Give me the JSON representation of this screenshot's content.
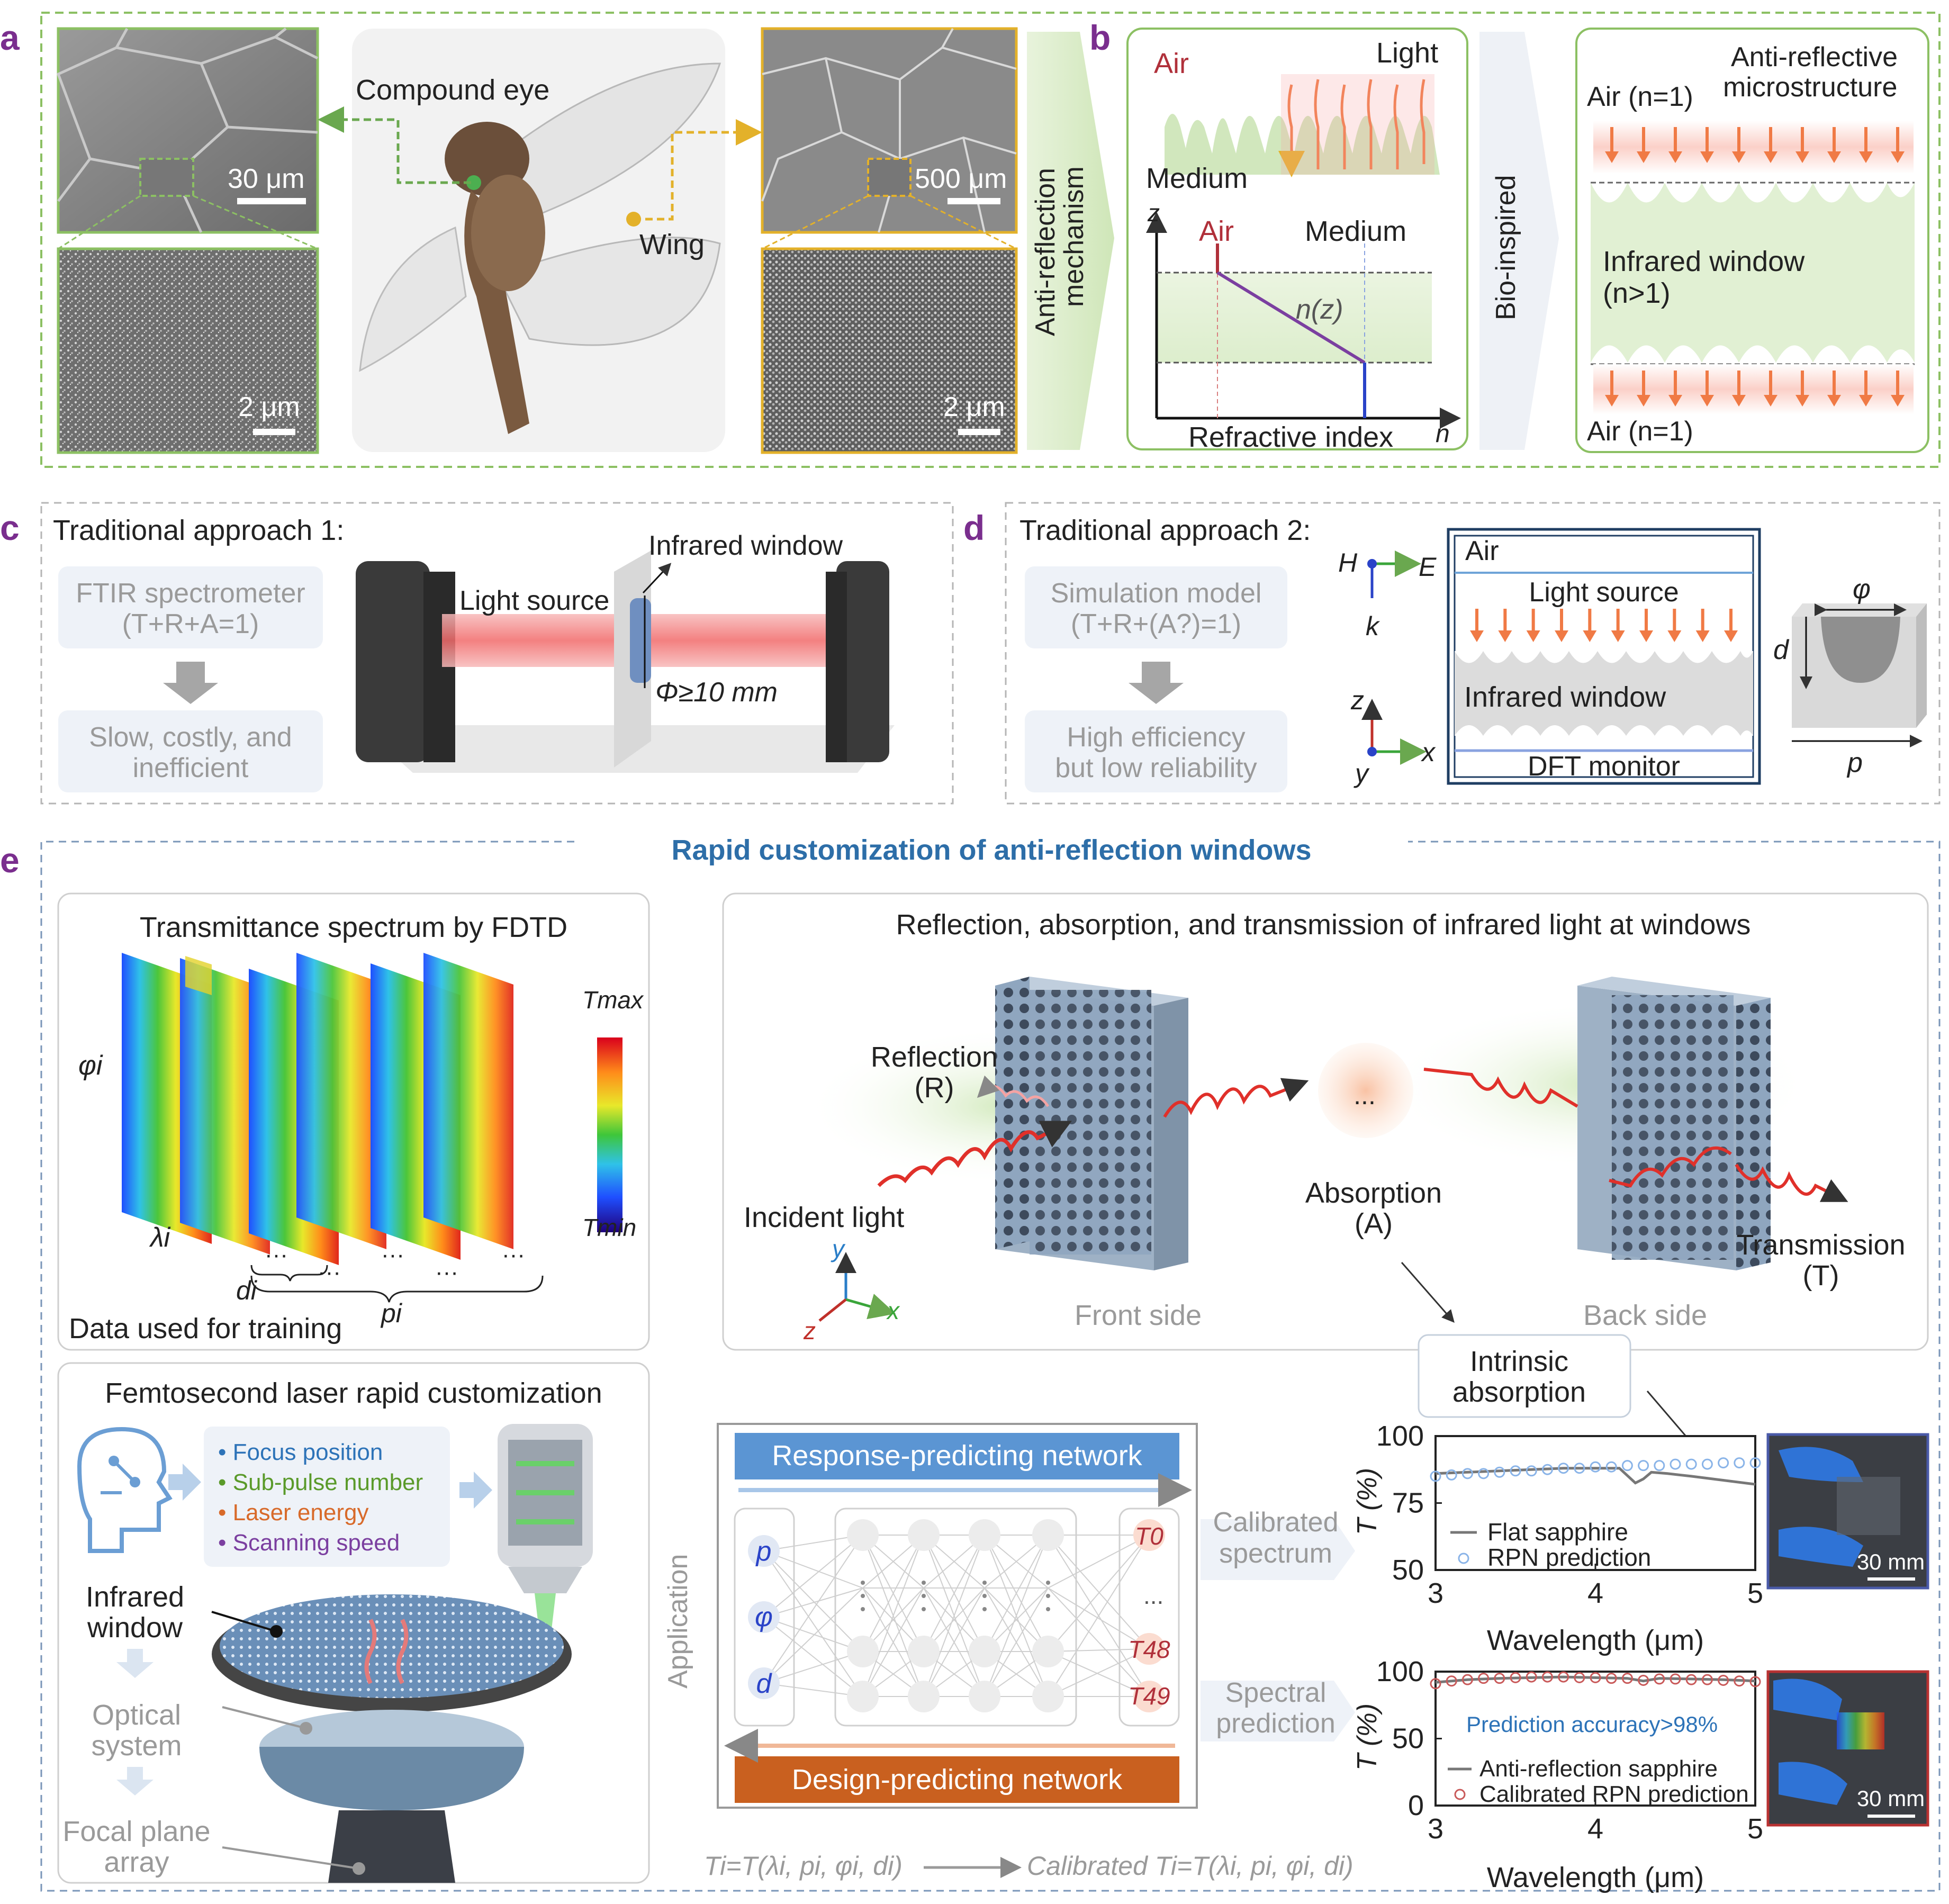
{
  "panels": {
    "a": {
      "letter": "a",
      "compound_eye": "Compound eye",
      "wing": "Wing",
      "scale_30um": "30 μm",
      "scale_2um_left": "2 μm",
      "scale_500um": "500 μm",
      "scale_2um_right": "2 μm",
      "mechanism_line1": "Anti-reflection",
      "mechanism_line2": "mechanism"
    },
    "b": {
      "letter": "b",
      "air": "Air",
      "light": "Light",
      "medium": "Medium",
      "z_axis": "z",
      "air_plot": "Air",
      "medium_plot": "Medium",
      "nz": "n(z)",
      "refractive_index": "Refractive index",
      "n_axis": "n",
      "bio_inspired": "Bio-inspired",
      "air_n1_top": "Air (n=1)",
      "anti_reflective_line1": "Anti-reflective",
      "anti_reflective_line2": "microstructure",
      "infrared_window": "Infrared window",
      "n_gt_1": "(n>1)",
      "air_n1_bottom": "Air (n=1)"
    },
    "c": {
      "letter": "c",
      "title": "Traditional approach 1:",
      "box1_line1": "FTIR spectrometer",
      "box1_line2": "(T+R+A=1)",
      "box2_line1": "Slow, costly, and",
      "box2_line2": "inefficient",
      "light_source": "Light source",
      "infrared_window": "Infrared window",
      "diameter": "Φ≥10 mm"
    },
    "d": {
      "letter": "d",
      "title": "Traditional approach 2:",
      "box1_line1": "Simulation model",
      "box1_line2": "(T+R+(A?)=1)",
      "box2_line1": "High efficiency",
      "box2_line2": "but low reliability",
      "h": "H",
      "e": "E",
      "k": "k",
      "z": "z",
      "x": "x",
      "y": "y",
      "air": "Air",
      "light_source": "Light source",
      "infrared_window": "Infrared window",
      "dft_monitor": "DFT monitor",
      "phi": "φ",
      "d_label": "d",
      "p_label": "p"
    },
    "e": {
      "letter": "e",
      "title": "Rapid customization of anti-reflection windows",
      "spectrum_title": "Transmittance spectrum by FDTD",
      "phi_i": "φi",
      "lambda_i": "λi",
      "d_i": "di",
      "p_i": "pi",
      "t_max": "Tmax",
      "t_min": "Tmin",
      "dots": "···",
      "data_training": "Data used for training",
      "rat_title": "Reflection, absorption, and transmission of infrared light at windows",
      "reflection_line1": "Reflection",
      "reflection_line2": "(R)",
      "incident": "Incident light",
      "absorption_line1": "Absorption",
      "absorption_line2": "(A)",
      "transmission_line1": "Transmission",
      "transmission_line2": "(T)",
      "front_side": "Front side",
      "back_side": "Back side",
      "ellipsis": "...",
      "axis_x": "x",
      "axis_y": "y",
      "axis_z": "z",
      "intrinsic_line1": "Intrinsic",
      "intrinsic_line2": "absorption",
      "femto_title": "Femtosecond laser rapid customization",
      "param_focus": "• Focus position",
      "param_subpulse": "• Sub-pulse number",
      "param_energy": "• Laser energy",
      "param_speed": "• Scanning speed",
      "infrared_window_line1": "Infrared",
      "infrared_window_line2": "window",
      "optical_line1": "Optical",
      "optical_line2": "system",
      "focal_line1": "Focal plane",
      "focal_line2": "array",
      "response_net": "Response-predicting network",
      "design_net": "Design-predicting network",
      "application": "Application",
      "input_p": "p",
      "input_phi": "φ",
      "input_d": "d",
      "out_t0": "T0",
      "out_t48": "T48",
      "out_t49": "T49",
      "calibrated_line1": "Calibrated",
      "calibrated_line2": "spectrum",
      "spectral_line1": "Spectral",
      "spectral_line2": "prediction",
      "formula_left": "Ti=T(λi, pi, φi, di)",
      "formula_right": "Calibrated Ti=T(λi, pi, φi, di)",
      "prediction_accuracy": "Prediction accuracy>98%",
      "scale_30mm_top": "30 mm",
      "scale_30mm_bottom": "30 mm"
    }
  },
  "colors": {
    "panel_letter": "#7a2e8e",
    "green_border": "#8cc063",
    "gold_border": "#e3b12a",
    "orange_arrow": "#f07a45",
    "dark_red": "#b0303a",
    "blue_title": "#2d6ea8",
    "response_blue": "#5b95d3",
    "design_orange": "#c9601f",
    "purple_line": "#7b3fa0",
    "blue_line": "#2a43c8"
  },
  "chart_data": [
    {
      "type": "line",
      "xlabel": "Wavelength (μm)",
      "ylabel": "T (%)",
      "xlim": [
        3,
        5
      ],
      "ylim": [
        50,
        100
      ],
      "xticks": [
        3,
        4,
        5
      ],
      "yticks": [
        50,
        75,
        100
      ],
      "legend_position": "bottom-left",
      "series": [
        {
          "name": "Flat sapphire",
          "style": "line",
          "color": "#777777",
          "x": [
            3.0,
            3.2,
            3.4,
            3.6,
            3.8,
            4.0,
            4.15,
            4.25,
            4.3,
            4.35,
            4.45,
            4.6,
            4.8,
            5.0
          ],
          "y": [
            86.0,
            86.5,
            87.0,
            87.5,
            88.0,
            88.0,
            88.0,
            82.5,
            84.0,
            86.5,
            86.0,
            85.0,
            83.5,
            82.0
          ]
        },
        {
          "name": "RPN prediction",
          "style": "circles",
          "color": "#8ab4e8",
          "x": [
            3.0,
            3.1,
            3.2,
            3.3,
            3.4,
            3.5,
            3.6,
            3.7,
            3.8,
            3.9,
            4.0,
            4.1,
            4.2,
            4.3,
            4.4,
            4.5,
            4.6,
            4.7,
            4.8,
            4.9,
            5.0
          ],
          "y": [
            85.0,
            85.5,
            86.0,
            86.0,
            86.5,
            87.0,
            87.0,
            87.5,
            88.0,
            88.0,
            88.5,
            88.5,
            89.0,
            89.0,
            89.0,
            89.5,
            89.5,
            89.5,
            90.0,
            90.0,
            90.0
          ]
        }
      ]
    },
    {
      "type": "line",
      "xlabel": "Wavelength (μm)",
      "ylabel": "T (%)",
      "xlim": [
        3,
        5
      ],
      "ylim": [
        0,
        100
      ],
      "xticks": [
        3,
        4,
        5
      ],
      "yticks": [
        0,
        50,
        100
      ],
      "legend_position": "bottom-left",
      "annotation": "Prediction accuracy>98%",
      "series": [
        {
          "name": "Anti-reflection sapphire",
          "style": "line",
          "color": "#777777",
          "x": [
            3.0,
            3.2,
            3.4,
            3.6,
            3.8,
            4.0,
            4.2,
            4.3,
            4.4,
            4.6,
            4.8,
            5.0
          ],
          "y": [
            92,
            94,
            95,
            95.5,
            96,
            95.5,
            95,
            93,
            95,
            94.5,
            94,
            93
          ]
        },
        {
          "name": "Calibrated RPN prediction",
          "style": "circles",
          "color": "#c95a5a",
          "x": [
            3.0,
            3.1,
            3.2,
            3.3,
            3.4,
            3.5,
            3.6,
            3.7,
            3.8,
            3.9,
            4.0,
            4.1,
            4.2,
            4.3,
            4.4,
            4.5,
            4.6,
            4.7,
            4.8,
            4.9,
            5.0
          ],
          "y": [
            91,
            93,
            94,
            95,
            95,
            95.5,
            96,
            96,
            96,
            95.5,
            95.5,
            95,
            95,
            93.5,
            94.5,
            94.5,
            94,
            94,
            93.5,
            93,
            92.5
          ]
        }
      ]
    }
  ]
}
